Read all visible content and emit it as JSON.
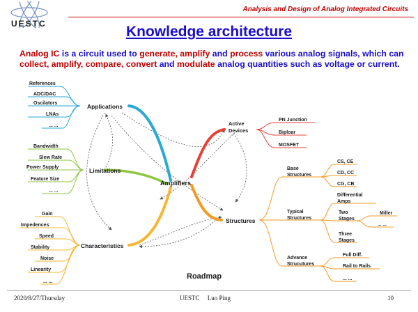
{
  "header": {
    "logo_text": "UESTC",
    "course_title": "Analysis and Design of Analog Integrated Circuits"
  },
  "title": "Knowledge architecture",
  "intro": {
    "p1": "Analog IC",
    "p2": " is a circuit used to ",
    "p3": "generate, amplify",
    "p4": " and ",
    "p5": "process",
    "p6": " various analog signals, which can ",
    "p7": "collect, amplify, compare, convert",
    "p8": " and ",
    "p9": "modulate",
    "p10": " analog quantities such as voltage or current."
  },
  "mindmap": {
    "center": "Amplifiers",
    "applications": {
      "label": "Applications",
      "items": [
        "References",
        "ADC/DAC",
        "Oscilators",
        "LNAs",
        "... ..."
      ]
    },
    "limitations": {
      "label": "Limitations",
      "items": [
        "Bandwidth",
        "Slew Rate",
        "Power Supply",
        "Feature Size",
        "... ..."
      ]
    },
    "characteristics": {
      "label": "Characteristics",
      "items": [
        "Gain",
        "Impedences",
        "Speed",
        "Stability",
        "Noise",
        "Linearity",
        "... ..."
      ]
    },
    "active_devices": {
      "label_line1": "Active",
      "label_line2": "Devices",
      "items": [
        "PN Junction",
        "Biploar",
        "MOSFET"
      ]
    },
    "structures": {
      "label": "Structures",
      "base": {
        "line1": "Base",
        "line2": "Structures",
        "items": [
          "CS, CE",
          "CD, CC",
          "CG, CB"
        ]
      },
      "typical": {
        "line1": "Typical",
        "line2": "Structures",
        "diff_line1": "Differential",
        "diff_line2": "Amps",
        "two_line1": "Two",
        "two_line2": "Stages",
        "miller": "Miller",
        "miller_more": "... ...",
        "three_line1": "Three",
        "three_line2": "Stages"
      },
      "advance": {
        "line1": "Advance",
        "line2": "Strucutures",
        "items": [
          "Full Diff.",
          "Rail to Rails",
          "... ..."
        ]
      }
    },
    "roadmap_label": "Roadmap",
    "colors": {
      "applications": "#29a9d6",
      "limitations": "#8dc63f",
      "characteristics": "#f7b733",
      "active_devices": "#e8403a",
      "structures": "#f59a23"
    }
  },
  "footer": {
    "date": "2020/8/27/Thursday",
    "center": "UESTC     Luo Ping",
    "page": "10"
  }
}
